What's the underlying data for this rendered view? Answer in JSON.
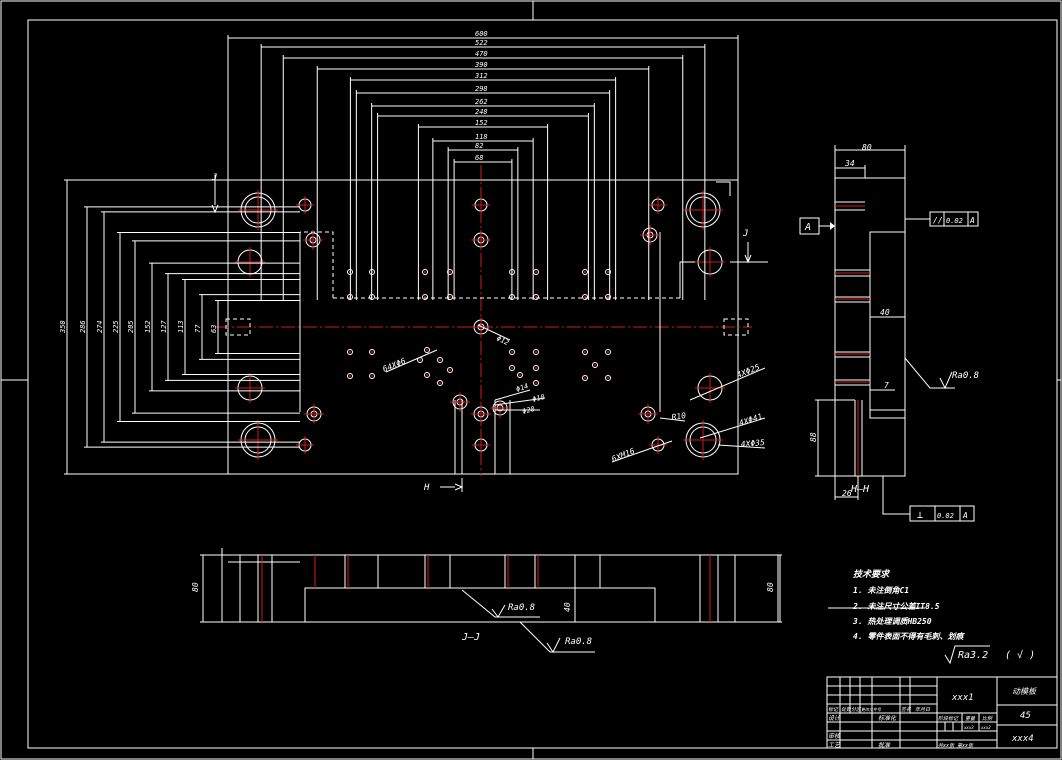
{
  "drawing": {
    "section_label_j": "J",
    "section_label_h": "H",
    "section_jj": "J—J",
    "section_hh": "H—H",
    "datum": "A"
  },
  "dims": {
    "horizontal": [
      "600",
      "522",
      "470",
      "390",
      "312",
      "298",
      "262",
      "248",
      "152",
      "118",
      "82",
      "68"
    ],
    "vertical": [
      "350",
      "286",
      "274",
      "225",
      "205",
      "152",
      "127",
      "113",
      "77",
      "63"
    ],
    "side": {
      "width": "80",
      "step": "34",
      "pocket": "40",
      "gap": "7",
      "height": "88",
      "bottom": "26"
    },
    "section": {
      "left": "80",
      "right": "80",
      "depth": "40"
    }
  },
  "callouts": {
    "holes_64": "64XΦ6",
    "d12": "Φ12",
    "d14": "Φ14",
    "d10": "Φ10",
    "d20": "Φ20",
    "d25": "4XΦ25",
    "r10": "R10",
    "d41": "4XΦ41",
    "d35": "4XΦ35",
    "m16": "6XM16"
  },
  "tolerances": {
    "parallel": {
      "symbol": "//",
      "value": "0.02",
      "datum": "A"
    },
    "perpendicular": {
      "symbol": "⊥",
      "value": "0.02",
      "datum": "A"
    }
  },
  "roughness": {
    "side": "Ra0.8",
    "section1": "Ra0.8",
    "section2": "Ra0.8",
    "general": "Ra3.2",
    "general_suffix": "( √ )"
  },
  "notes": {
    "title": "技术要求",
    "items": [
      "1. 未注倒角C1",
      "2. 未注尺寸公差IT8.5",
      "3. 热处理调质HB250",
      "4. 零件表面不得有毛刺、划痕"
    ]
  },
  "title_block": {
    "drawing_no": "xxx1",
    "part_name": "动模板",
    "material": "45",
    "company": "xxx4",
    "headers": [
      "标记",
      "处数",
      "分区",
      "更改文件号",
      "签名",
      "年月日"
    ],
    "design": "设计",
    "standard": "标准化",
    "review": "审核",
    "process": "工艺",
    "approve": "批准",
    "stage": "阶段标记",
    "weight": "重量",
    "scale": "比例",
    "weight_val": "xxx3",
    "scale_val": "xxx2",
    "sheets": "共xx张 第xx张"
  }
}
